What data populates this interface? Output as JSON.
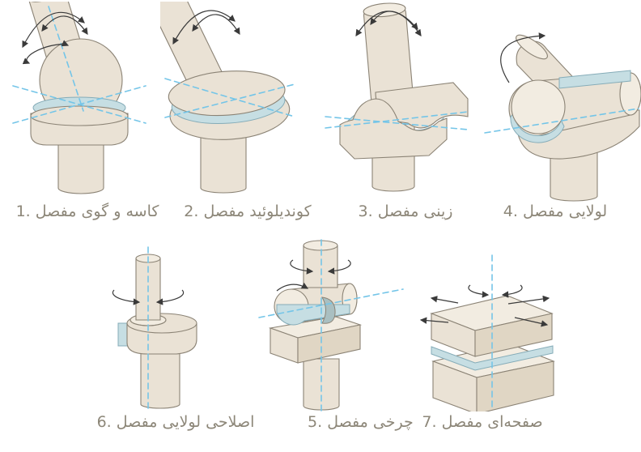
{
  "palette": {
    "background": "#ffffff",
    "bone": "#EAE2D5",
    "bone_light": "#F2ECE1",
    "bone_dark": "#E0D6C4",
    "outline": "#8B8375",
    "cartilage": "#C6DEE3",
    "cartilage_edge": "#85ACB8",
    "fin": "#A9BFC1",
    "axis": "#74C5E8",
    "arrow": "#3A3A3A",
    "label_text": "#8D8779"
  },
  "labels": {
    "top": [
      {
        "text": "1. مفصل گوی و کاسه"
      },
      {
        "text": "2. مفصل کوندیلوئید"
      },
      {
        "text": "3. مفصل زینی"
      },
      {
        "text": "4. مفصل لولایی"
      }
    ],
    "bottom": [
      {
        "text": "6. مفصل لولایی اصلاحی"
      },
      {
        "text": "5. مفصل چرخی"
      },
      {
        "text": "7. مفصل صفحه‌ای"
      }
    ]
  },
  "figures": {
    "top": [
      {
        "joint": "ball-and-socket-joint"
      },
      {
        "joint": "condyloid-joint"
      },
      {
        "joint": "saddle-joint"
      },
      {
        "joint": "hinge-joint"
      }
    ],
    "bottom": [
      {
        "joint": "pivot-joint"
      },
      {
        "joint": "modified-hinge-joint"
      },
      {
        "joint": "plane-joint"
      }
    ]
  }
}
